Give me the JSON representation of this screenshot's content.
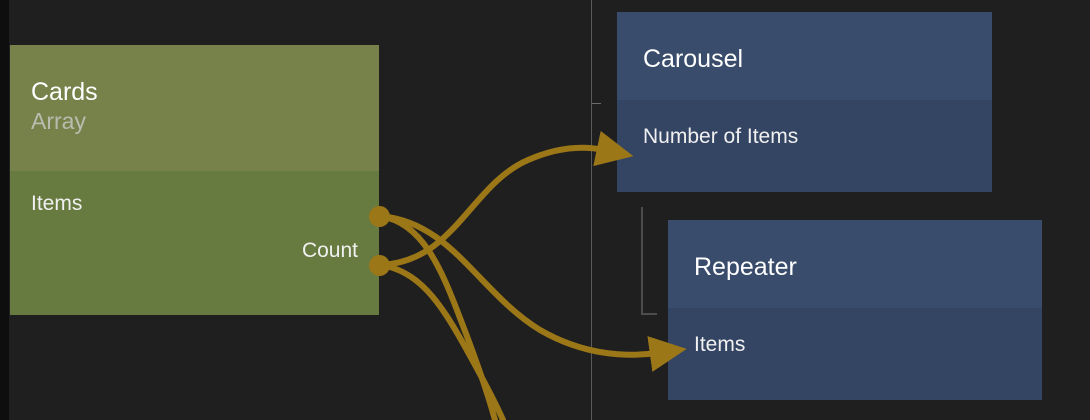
{
  "canvas": {
    "background_color": "#1f1f1f",
    "gutter_color": "#0e0e0e",
    "divider_color": "#5a5a5a",
    "bracket_color": "#4c4c4c",
    "wire_color": "#9b7718"
  },
  "nodes": [
    {
      "id": "cards",
      "title": "Cards",
      "subtitle": "Array",
      "header_color": "#77824b",
      "body_color": "#677a40",
      "ports": [
        {
          "name": "Items",
          "direction": "output"
        },
        {
          "name": "Count",
          "direction": "output"
        }
      ]
    },
    {
      "id": "carousel",
      "title": "Carousel",
      "subtitle": "",
      "header_color": "#3a4c6b",
      "body_color": "#344563",
      "ports": [
        {
          "name": "Number of Items",
          "direction": "input"
        }
      ]
    },
    {
      "id": "repeater",
      "title": "Repeater",
      "subtitle": "",
      "header_color": "#3a4c6b",
      "body_color": "#344563",
      "ports": [
        {
          "name": "Items",
          "direction": "input"
        }
      ]
    }
  ],
  "connections": [
    {
      "from": "Cards.Count",
      "to": "Carousel.Number of Items"
    },
    {
      "from": "Cards.Items",
      "to": "Repeater.Items"
    },
    {
      "from": "Cards.Items",
      "to": "offscreen-bottom"
    },
    {
      "from": "Cards.Count",
      "to": "offscreen-bottom"
    }
  ]
}
